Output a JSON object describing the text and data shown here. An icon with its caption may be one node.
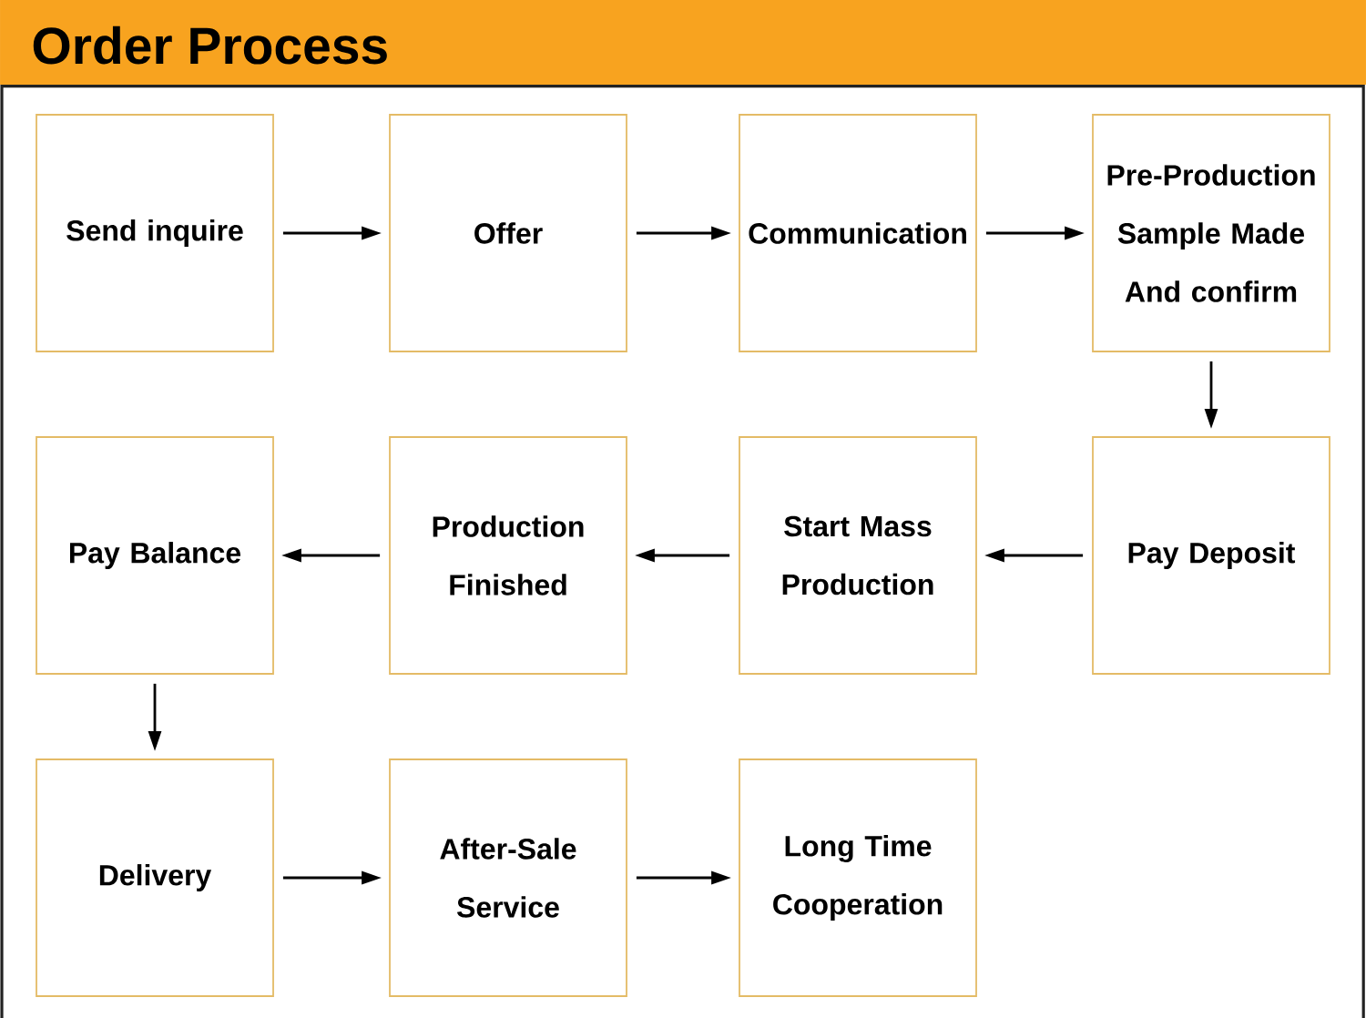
{
  "diagram": {
    "title": "Order Process",
    "nodes": [
      {
        "text": [
          "Send inquire"
        ]
      },
      {
        "text": [
          "Offer"
        ]
      },
      {
        "text": [
          "Communication"
        ]
      },
      {
        "text": [
          "Pre-Production Sample Made And confirm"
        ]
      },
      {
        "text": [
          "Pay Balance"
        ]
      },
      {
        "text": [
          "Production Finished"
        ]
      },
      {
        "text": [
          "Start Mass Production"
        ]
      },
      {
        "text": [
          "Pay Deposit"
        ]
      },
      {
        "text": [
          "Delivery"
        ]
      },
      {
        "text": [
          "After-Sale Service"
        ]
      },
      {
        "text": [
          "Long Time Cooperation"
        ]
      }
    ],
    "edges": [
      {
        "from": 0,
        "to": 1,
        "arrow": "to"
      },
      {
        "from": 1,
        "to": 2,
        "arrow": "to"
      },
      {
        "from": 2,
        "to": 3,
        "arrow": "to"
      },
      {
        "from": 3,
        "to": 7,
        "arrow": "to"
      },
      {
        "from": 7,
        "to": 6,
        "arrow": "to"
      },
      {
        "from": 6,
        "to": 5,
        "arrow": "to"
      },
      {
        "from": 5,
        "to": 4,
        "arrow": "to"
      },
      {
        "from": 4,
        "to": 8,
        "arrow": "to"
      },
      {
        "from": 8,
        "to": 9,
        "arrow": "to"
      },
      {
        "from": 9,
        "to": 10,
        "arrow": "to"
      }
    ]
  }
}
